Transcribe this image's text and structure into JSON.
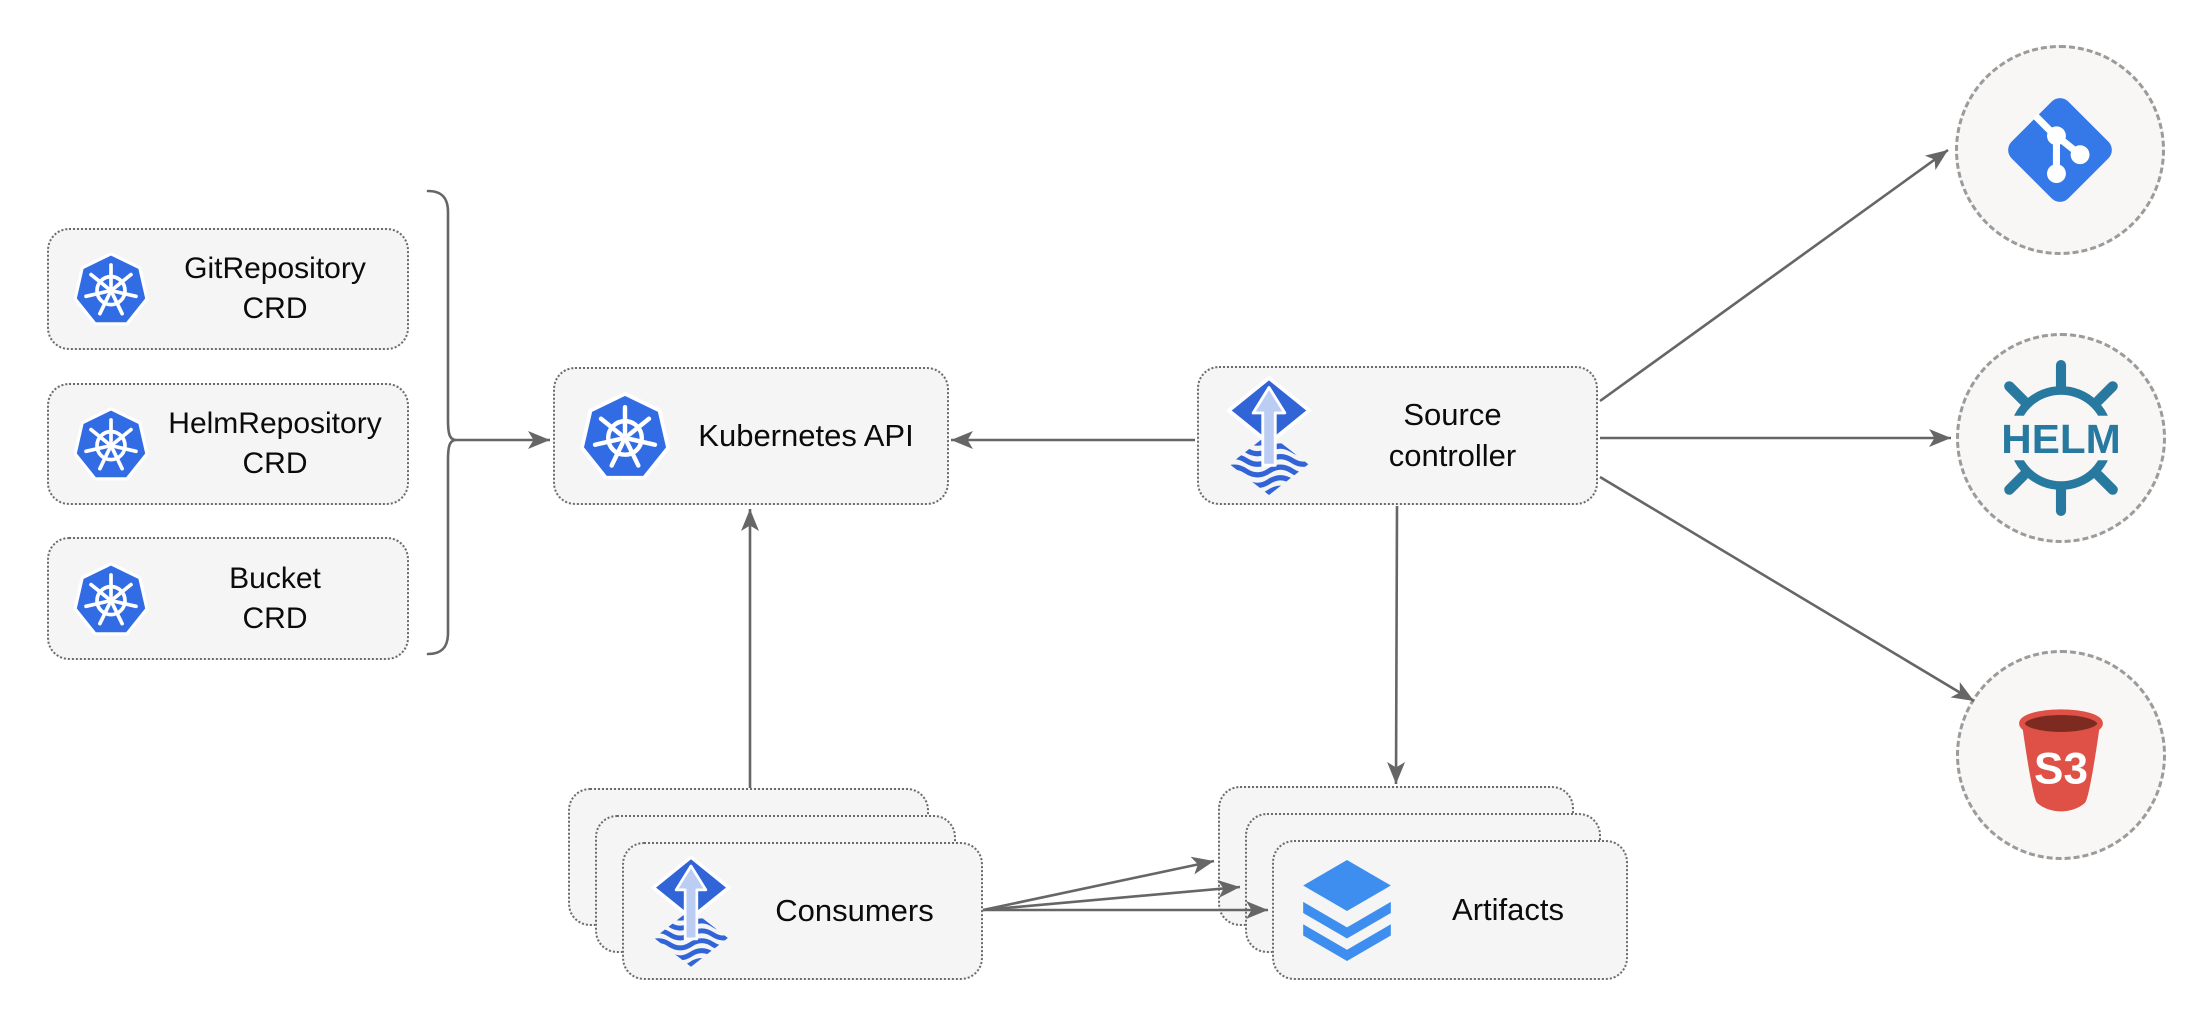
{
  "nodes": {
    "crd_boxes": [
      {
        "id": "gitrepository-crd",
        "label": "GitRepository\nCRD"
      },
      {
        "id": "helmrepository-crd",
        "label": "HelmRepository\nCRD"
      },
      {
        "id": "bucket-crd",
        "label": "Bucket\nCRD"
      }
    ],
    "kubernetes_api": {
      "label": "Kubernetes API"
    },
    "source_controller": {
      "label": "Source\ncontroller"
    },
    "consumers": {
      "label": "Consumers"
    },
    "artifacts": {
      "label": "Artifacts"
    },
    "helm": {
      "logo_text": "HELM"
    },
    "s3": {
      "logo_text": "S3"
    }
  },
  "edges": [
    {
      "from": "crd-group",
      "to": "kubernetes-api"
    },
    {
      "from": "source-controller",
      "to": "kubernetes-api"
    },
    {
      "from": "consumers",
      "to": "kubernetes-api"
    },
    {
      "from": "source-controller",
      "to": "artifacts"
    },
    {
      "from": "source-controller",
      "to": "git"
    },
    {
      "from": "source-controller",
      "to": "helm"
    },
    {
      "from": "source-controller",
      "to": "s3"
    },
    {
      "from": "consumers",
      "to": "artifacts-back"
    },
    {
      "from": "consumers",
      "to": "artifacts-middle"
    },
    {
      "from": "consumers",
      "to": "artifacts-front"
    }
  ],
  "colors": {
    "background": "#ffffff",
    "node_fill": "#f5f5f5",
    "node_border": "#6b6b6b",
    "circle_border": "#9b9b9b",
    "arrow": "#666666",
    "kubernetes_blue": "#326ce5",
    "flux_blue": "#3064d7",
    "flux_arrow_light": "#bccdf3",
    "layers_blue": "#3e8ef0",
    "git_blue": "#3579e8",
    "helm_teal": "#27799f",
    "s3_red": "#df5146",
    "s3_dark_red": "#7d2b21",
    "text": "#0b0b0b"
  }
}
